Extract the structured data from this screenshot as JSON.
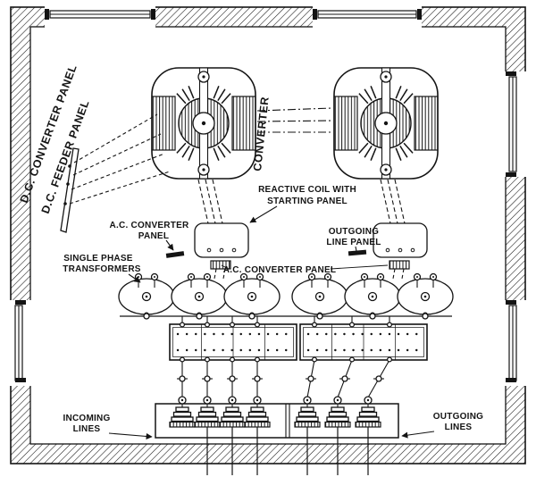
{
  "figure": {
    "kind": "rotary converter substation floor plan",
    "ink_color": "#141414",
    "paper_color": "#ffffff"
  },
  "labels": {
    "dc_converter_panel": "D.C. CONVERTER PANEL",
    "dc_feeder_panel": "D.C. FEEDER PANEL",
    "converter": "CONVERTER",
    "reactive_coil": [
      "REACTIVE COIL WITH",
      "STARTING PANEL"
    ],
    "ac_converter_panel_side": [
      "A.C. CONVERTER",
      "PANEL"
    ],
    "outgoing_line_panel": [
      "OUTGOING",
      "LINE PANEL"
    ],
    "ac_converter_panel_center": "A.C. CONVERTER PANEL",
    "single_phase_transformers": [
      "SINGLE PHASE",
      "TRANSFORMERS"
    ],
    "incoming_lines": [
      "INCOMING",
      "LINES"
    ],
    "outgoing_lines": [
      "OUTGOING",
      "LINES"
    ]
  }
}
